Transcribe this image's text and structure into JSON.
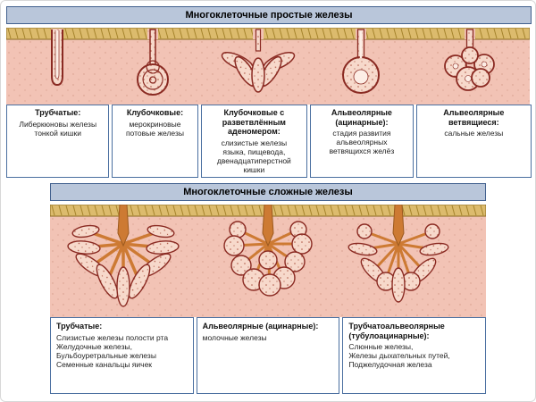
{
  "colors": {
    "header_bg": "#b9c6da",
    "header_border": "#41608e",
    "label_box_border": "#4a6fa0",
    "tissue_pink": "#f2c3b5",
    "epithelium_tan": "#dcbb6d",
    "gland_outline": "#8a2a22",
    "duct_orange": "#cd7a33"
  },
  "simple_glands": {
    "header": "Многоклеточные простые железы",
    "columns": [
      {
        "illustration": "simple-tubular-gland",
        "title": "Трубчатые:",
        "body": "Либеркюновы железы\nтонкой кишки"
      },
      {
        "illustration": "coiled-gland",
        "title": "Клубочковые:",
        "body": "мерокриновые\nпотовые железы"
      },
      {
        "illustration": "coiled-branched-gland",
        "title": "Клубочковые с\nразветвлённым\nаденомером:",
        "body": "слизистые железы\nязыка, пищевода,\nдвенадцатиперстной\nкишки"
      },
      {
        "illustration": "alveolar-gland",
        "title": "Альвеолярные\n(ацинарные):",
        "body": "стадия развития\nальвеолярных\nветвящихся желёз"
      },
      {
        "illustration": "alveolar-branched-gland",
        "title": "Альвеолярные\nветвящиеся:",
        "body": "сальные железы"
      }
    ]
  },
  "complex_glands": {
    "header": "Многоклеточные сложные железы",
    "columns": [
      {
        "illustration": "complex-tubular-gland",
        "title": "Трубчатые:",
        "body": "Слизистые железы полости рта\nЖелудочные железы,\nБульбоуретральные железы\nСеменные канальцы яичек"
      },
      {
        "illustration": "complex-alveolar-gland",
        "title": "Альвеолярные (ацинарные):",
        "body": "молочные железы"
      },
      {
        "illustration": "complex-tubuloalveolar-gland",
        "title": "Трубчатоальвеолярные\n(тубулоацинарные):",
        "body": "Слюнные железы,\nЖелезы дыхательных путей,\nПоджелудочная железа"
      }
    ]
  }
}
